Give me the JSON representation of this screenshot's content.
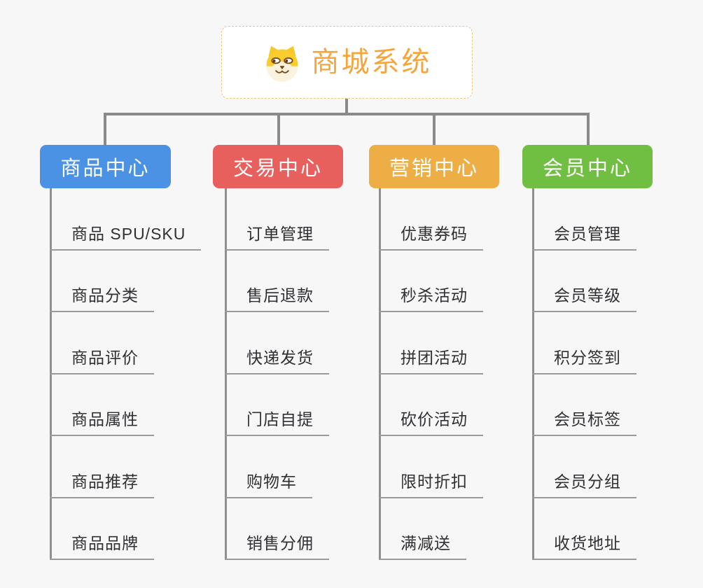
{
  "root": {
    "label": "商城系统",
    "icon": "shiba-dog-icon",
    "text_color": "#f5a53e",
    "border_color": "#f0c27a",
    "background": "#ffffff"
  },
  "branches": [
    {
      "label": "商品中心",
      "color": "#4b92e5",
      "items": [
        "商品 SPU/SKU",
        "商品分类",
        "商品评价",
        "商品属性",
        "商品推荐",
        "商品品牌"
      ]
    },
    {
      "label": "交易中心",
      "color": "#e7605e",
      "items": [
        "订单管理",
        "售后退款",
        "快递发货",
        "门店自提",
        "购物车",
        "销售分佣"
      ]
    },
    {
      "label": "营销中心",
      "color": "#ecae45",
      "items": [
        "优惠券码",
        "秒杀活动",
        "拼团活动",
        "砍价活动",
        "限时折扣",
        "满减送"
      ]
    },
    {
      "label": "会员中心",
      "color": "#70bf43",
      "items": [
        "会员管理",
        "会员等级",
        "积分签到",
        "会员标签",
        "会员分组",
        "收货地址"
      ]
    }
  ],
  "styles": {
    "background_color": "#f7f7f7",
    "connector_color": "#8a8a8a",
    "item_text_color": "#2f3033",
    "item_underline_color": "#9a9a9a"
  }
}
